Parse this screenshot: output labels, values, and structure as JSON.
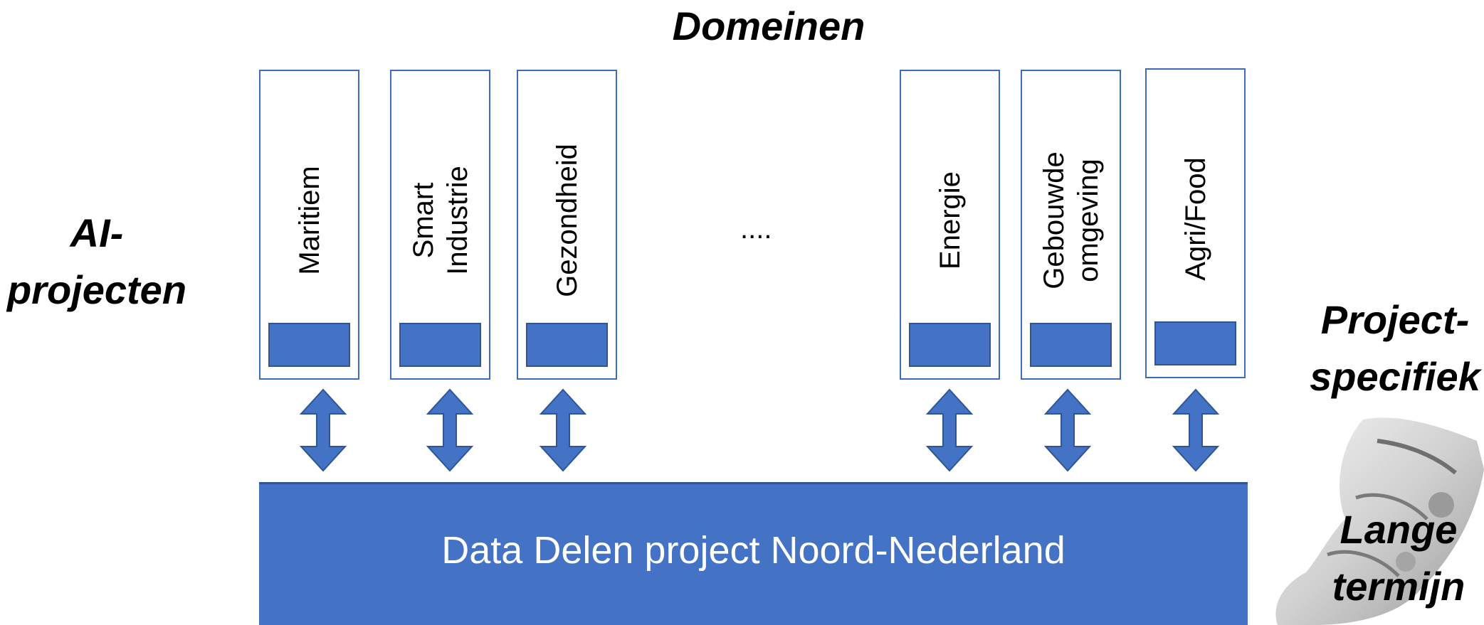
{
  "title": "Domeinen",
  "left_label": [
    "AI-",
    "projecten"
  ],
  "right_top_label": [
    "Project-",
    "specifiek"
  ],
  "right_bottom_label": [
    "Lange",
    "termijn"
  ],
  "ellipsis": "....",
  "domains": [
    {
      "lines": [
        "Maritiem"
      ]
    },
    {
      "lines": [
        "Smart",
        "Industrie"
      ]
    },
    {
      "lines": [
        "Gezondheid"
      ]
    },
    {
      "lines": [
        "Energie"
      ]
    },
    {
      "lines": [
        "Gebouwde",
        "omgeving"
      ]
    },
    {
      "lines": [
        "Agri/Food"
      ]
    }
  ],
  "base_label": "Data Delen project Noord-Nederland",
  "colors": {
    "box_fill": "#4472c4",
    "box_border": "#2f5597"
  }
}
